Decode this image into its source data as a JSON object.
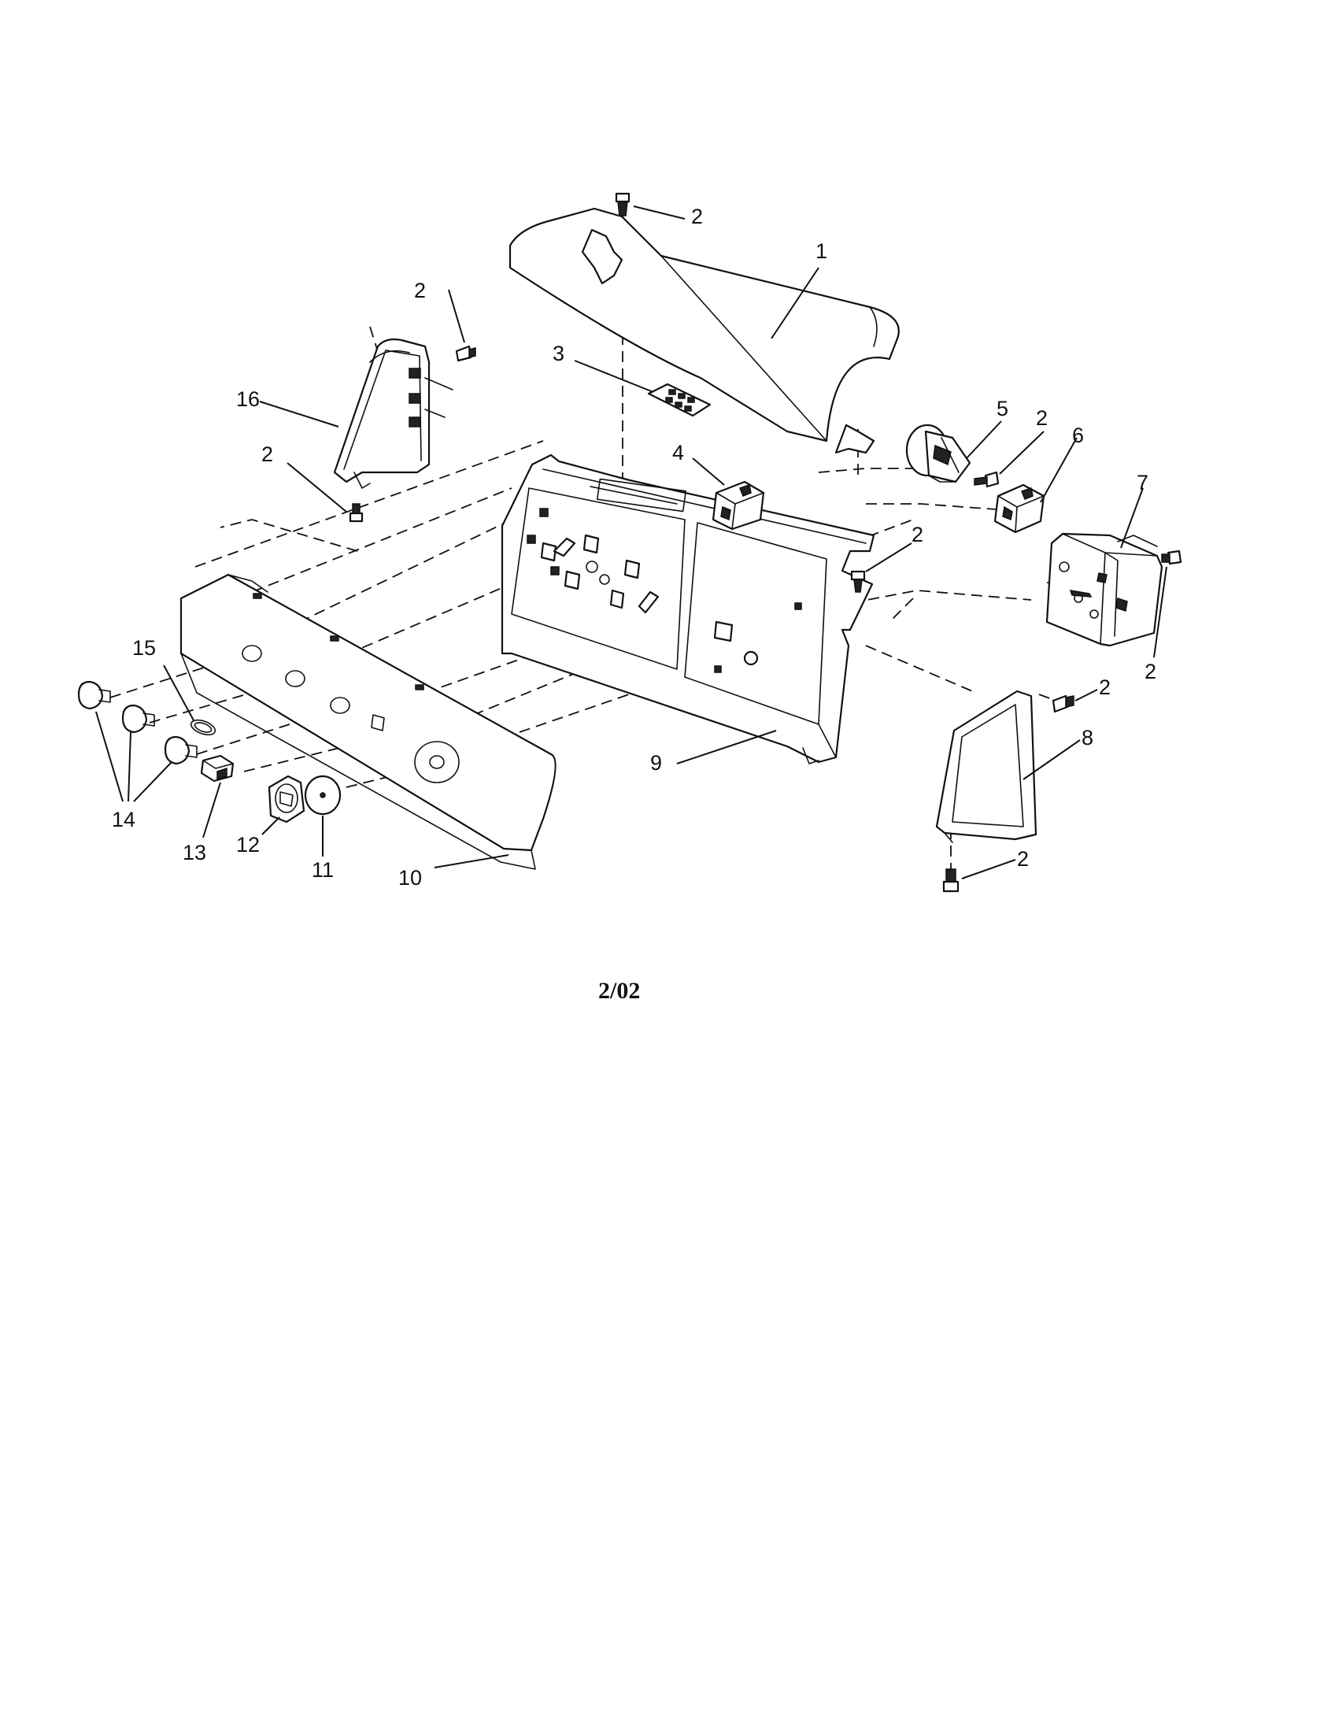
{
  "diagram": {
    "footer_code": "2/02",
    "callouts": [
      {
        "id": "c1",
        "label": "1"
      },
      {
        "id": "c2a",
        "label": "2"
      },
      {
        "id": "c2b",
        "label": "2"
      },
      {
        "id": "c2c",
        "label": "2"
      },
      {
        "id": "c2d",
        "label": "2"
      },
      {
        "id": "c2e",
        "label": "2"
      },
      {
        "id": "c2f",
        "label": "2"
      },
      {
        "id": "c2g",
        "label": "2"
      },
      {
        "id": "c2h",
        "label": "2"
      },
      {
        "id": "c3",
        "label": "3"
      },
      {
        "id": "c4",
        "label": "4"
      },
      {
        "id": "c5",
        "label": "5"
      },
      {
        "id": "c6",
        "label": "6"
      },
      {
        "id": "c7",
        "label": "7"
      },
      {
        "id": "c8",
        "label": "8"
      },
      {
        "id": "c9",
        "label": "9"
      },
      {
        "id": "c10",
        "label": "10"
      },
      {
        "id": "c11",
        "label": "11"
      },
      {
        "id": "c12",
        "label": "12"
      },
      {
        "id": "c13",
        "label": "13"
      },
      {
        "id": "c14",
        "label": "14"
      },
      {
        "id": "c15",
        "label": "15"
      },
      {
        "id": "c16",
        "label": "16"
      }
    ]
  }
}
